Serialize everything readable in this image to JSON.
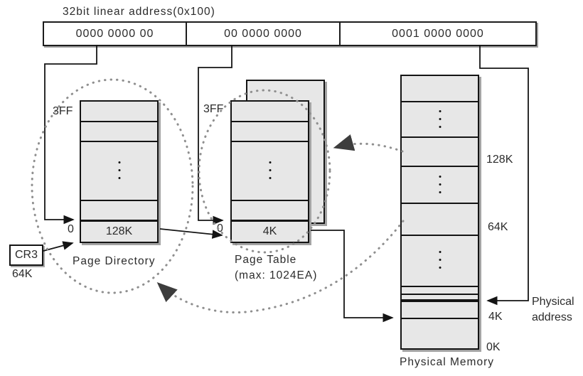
{
  "title": "32bit linear address(0x100)",
  "address_bar": {
    "segments": [
      "0000 0000 00",
      "00 0000 0000",
      "0001 0000 0000"
    ]
  },
  "page_directory": {
    "top_index": "3FF",
    "bottom_index": "0",
    "entry_value": "128K",
    "caption": "Page Directory",
    "register_label": "CR3",
    "register_value": "64K"
  },
  "page_table": {
    "top_index": "3FF",
    "bottom_index": "0",
    "entry_value": "4K",
    "caption_line1": "Page Table",
    "caption_line2": "(max: 1024EA)"
  },
  "physical_memory": {
    "caption": "Physical Memory",
    "boundary_labels": [
      "128K",
      "64K",
      "4K",
      "0K"
    ],
    "pointer_label_line1": "Physical",
    "pointer_label_line2": "address"
  },
  "colors": {
    "table_fill": "#e7e7e7",
    "line": "#141414",
    "dotted_loop": "#8f8f8f"
  }
}
